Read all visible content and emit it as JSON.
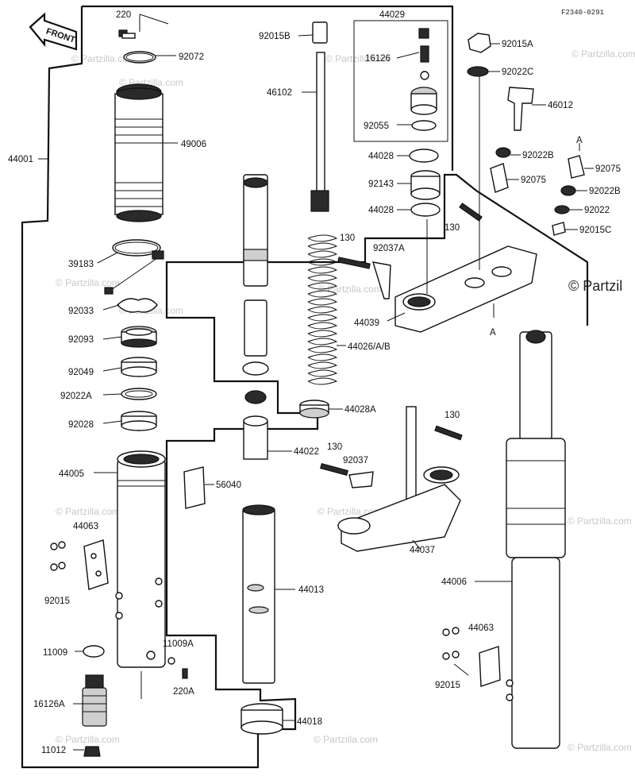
{
  "diagram": {
    "reference_code": "F2340-0291",
    "front_indicator": "FRONT",
    "watermark_text": "© Partzilla.com",
    "watermark_large": "© Partzil",
    "callout_letter": "A",
    "labels": {
      "p220": "220",
      "p92072": "92072",
      "p49006": "49006",
      "p44001": "44001",
      "p39183": "39183",
      "p92033": "92033",
      "p92093": "92093",
      "p92049": "92049",
      "p92022A": "92022A",
      "p92028": "92028",
      "p44005": "44005",
      "p44063L": "44063",
      "p92015L": "92015",
      "p11009": "11009",
      "p11009A": "11009A",
      "p220A": "220A",
      "p16126A": "16126A",
      "p11012": "11012",
      "p92015B": "92015B",
      "p46102": "46102",
      "p44026": "44026/A/B",
      "p44028A": "44028A",
      "p44022": "44022",
      "p56040": "56040",
      "p44013": "44013",
      "p44018": "44018",
      "p44029": "44029",
      "p16126": "16126",
      "p92055": "92055",
      "p44028a": "44028",
      "p92143": "92143",
      "p44028b": "44028",
      "p92015A": "92015A",
      "p92022C": "92022C",
      "p46012": "46012",
      "p92022B1": "92022B",
      "p92075a": "92075",
      "p92075b": "92075",
      "p92022B2": "92022B",
      "p92022": "92022",
      "p92015C": "92015C",
      "p130a": "130",
      "p130b": "130",
      "p92037A": "92037A",
      "p44039": "44039",
      "p130c": "130",
      "p130d": "130",
      "p92037": "92037",
      "p44037": "44037",
      "p44006": "44006",
      "p44063R": "44063",
      "p92015R": "92015"
    }
  }
}
